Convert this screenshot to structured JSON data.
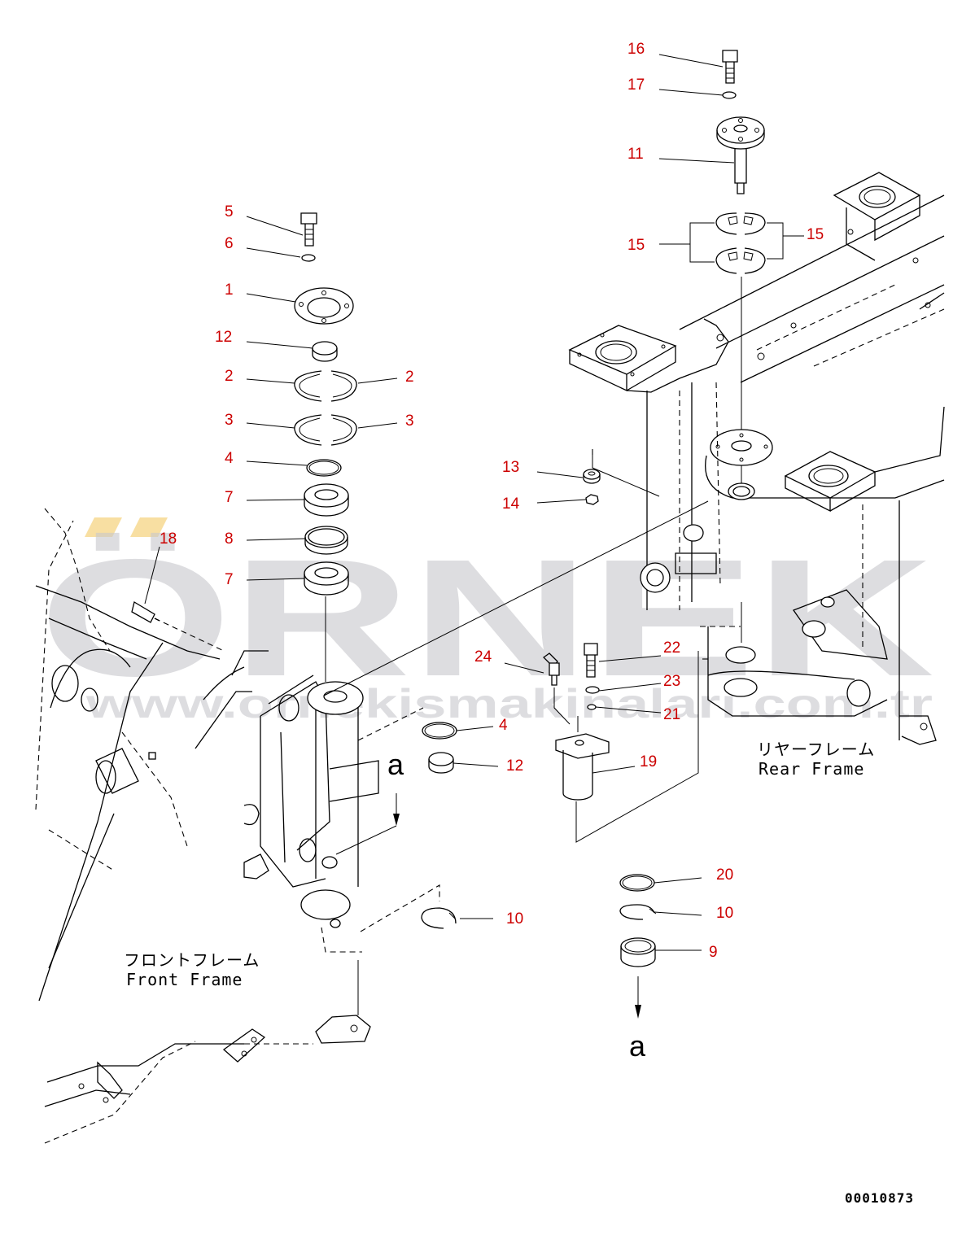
{
  "figure_code": "00010873",
  "watermark": {
    "brand": "ÖRNEK",
    "url": "www.ornekismakinalari.com.tr"
  },
  "frames": {
    "front": {
      "jp": "フロントフレーム",
      "en": "Front Frame"
    },
    "rear": {
      "jp": "リヤーフレーム",
      "en": "Rear Frame"
    }
  },
  "view_marks": {
    "top": "a",
    "bottom": "a"
  },
  "part_labels": {
    "l1": "1",
    "l2a": "2",
    "l2b": "2",
    "l3a": "3",
    "l3b": "3",
    "l4a": "4",
    "l4b": "4",
    "l5": "5",
    "l6": "6",
    "l7a": "7",
    "l7b": "7",
    "l8": "8",
    "l9": "9",
    "l10a": "10",
    "l10b": "10",
    "l11": "11",
    "l12a": "12",
    "l12b": "12",
    "l13": "13",
    "l14": "14",
    "l15a": "15",
    "l15b": "15",
    "l16": "16",
    "l17": "17",
    "l18": "18",
    "l19": "19",
    "l20": "20",
    "l21": "21",
    "l22": "22",
    "l23": "23",
    "l24": "24"
  },
  "colors": {
    "label": "#cc0000",
    "line": "#000000",
    "watermark": "#c8c8cc",
    "accent": "#f5d27a"
  }
}
